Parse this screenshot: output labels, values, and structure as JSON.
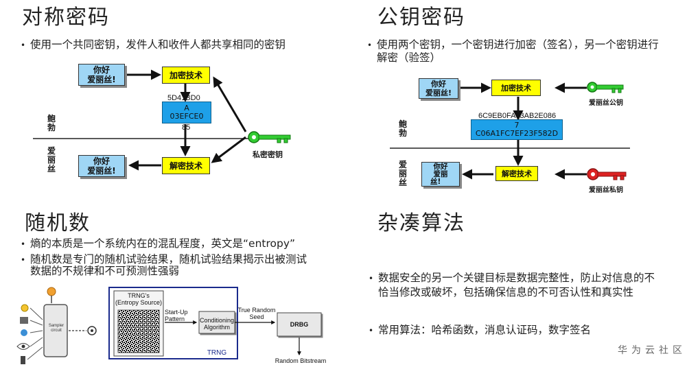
{
  "sections": {
    "symmetric": {
      "title": "对称密码",
      "bullet": "使用一个共同密钥，发件人和收件人都共享相同的密钥",
      "hello_box_top": [
        "你好",
        "爱丽丝!"
      ],
      "hello_box_bottom": [
        "你好",
        "爱丽丝!"
      ],
      "encrypt": "加密技术",
      "decrypt": "解密技术",
      "cipher_lines": [
        "5D41BD0",
        "A",
        "03EFCE0",
        "85"
      ],
      "bob": "鲍勃",
      "alice": "爱丽丝",
      "key_label": "私密密钥"
    },
    "public_key": {
      "title": "公钥密码",
      "bullet_line1": "使用两个密钥，一个密钥进行加密（签名），另一个密钥进行",
      "bullet_line2": "解密（验签）",
      "hello_box_top": [
        "你好",
        "爱丽丝!"
      ],
      "hello_box_bottom": [
        "你好",
        "爱丽",
        "丝!"
      ],
      "encrypt": "加密技术",
      "decrypt": "解密技术",
      "cipher_lines": [
        "6C9EB0FA73AB2E086",
        "7",
        "C06A1FC7EF23F582D"
      ],
      "bob": "鲍勃",
      "alice": "爱丽丝",
      "public_key_label": "爱丽丝公钥",
      "private_key_label": "爱丽丝私钥"
    },
    "random": {
      "title": "随机数",
      "bullet1": "熵的本质是一个系统内在的混乱程度，英文是“entropy”",
      "bullet2_line1": "随机数是专门的随机试验结果，随机试验结果揭示出被测试",
      "bullet2_line2": "数据的不规律和不可预测性强弱",
      "trng_source_line1": "TRNG's",
      "trng_source_line2": "(Entropy Source)",
      "startup_line1": "Start-Up",
      "startup_line2": "Pattern",
      "conditioning_line1": "Conditioning",
      "conditioning_line2": "Algorithm",
      "true_random_line1": "True Random",
      "true_random_line2": "Seed",
      "drbg": "DRBG",
      "trng_label": "TRNG",
      "random_bitstream": "Random Bitstream",
      "sampler_line1": "Sampler",
      "sampler_line2": "circuit"
    },
    "hash": {
      "title": "杂凑算法",
      "bullet1_line1": "数据安全的另一个关键目标是数据完整性，防止对信息的不",
      "bullet1_line2": "恰当修改或破坏，包括确保信息的不可否认性和真实性",
      "bullet2": "常用算法：哈希函数，消息认证码，数字签名"
    }
  },
  "watermark": "华为云社区",
  "colors": {
    "yellow": "#ffff00",
    "light_blue": "#9fd6f5",
    "cipher_blue": "#1ea0e8",
    "green_key": "#33cc33",
    "red_key": "#dd2222",
    "trng_border": "#1a2a8c"
  }
}
